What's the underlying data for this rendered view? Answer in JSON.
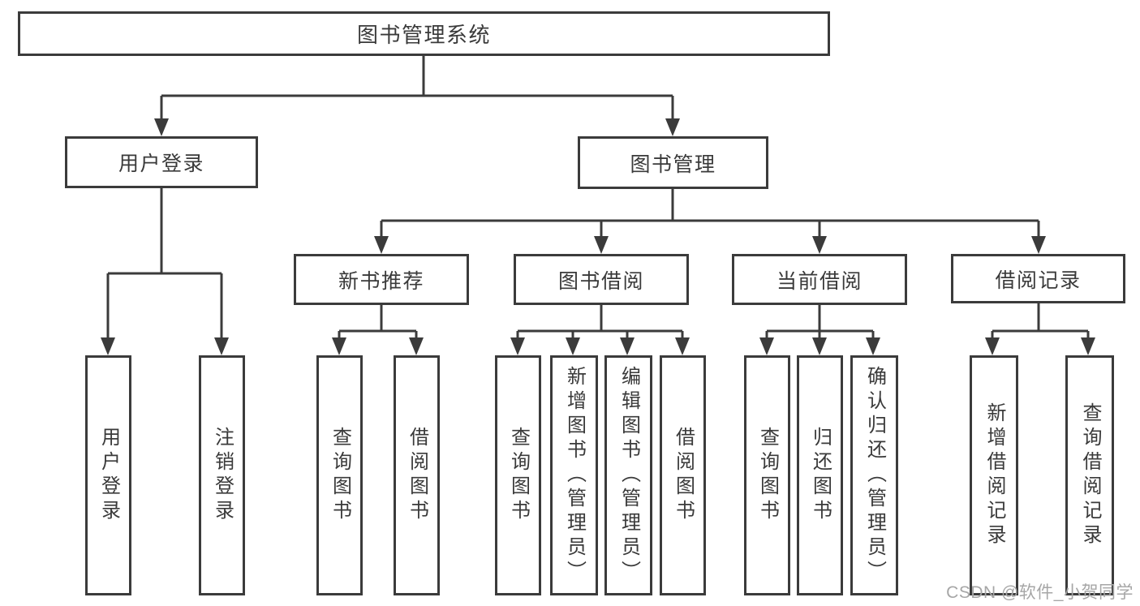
{
  "tree": {
    "root": "图书管理系统",
    "children": [
      {
        "label": "用户登录",
        "children": [
          "用户登录",
          "注销登录"
        ]
      },
      {
        "label": "图书管理",
        "children": [
          {
            "label": "新书推荐",
            "children": [
              "查询图书",
              "借阅图书"
            ]
          },
          {
            "label": "图书借阅",
            "children": [
              "查询图书",
              "新增图书（管理员）",
              "编辑图书（管理员）",
              "借阅图书"
            ]
          },
          {
            "label": "当前借阅",
            "children": [
              "查询图书",
              "归还图书",
              "确认归还（管理员）"
            ]
          },
          {
            "label": "借阅记录",
            "children": [
              "新增借阅记录",
              "查询借阅记录"
            ]
          }
        ]
      }
    ]
  },
  "watermark": "CSDN @软件_小贺同学",
  "colors": {
    "line": "#3b3b3b",
    "text": "#3a3a3a",
    "watermark": "#a6a6a6",
    "background": "#ffffff"
  }
}
